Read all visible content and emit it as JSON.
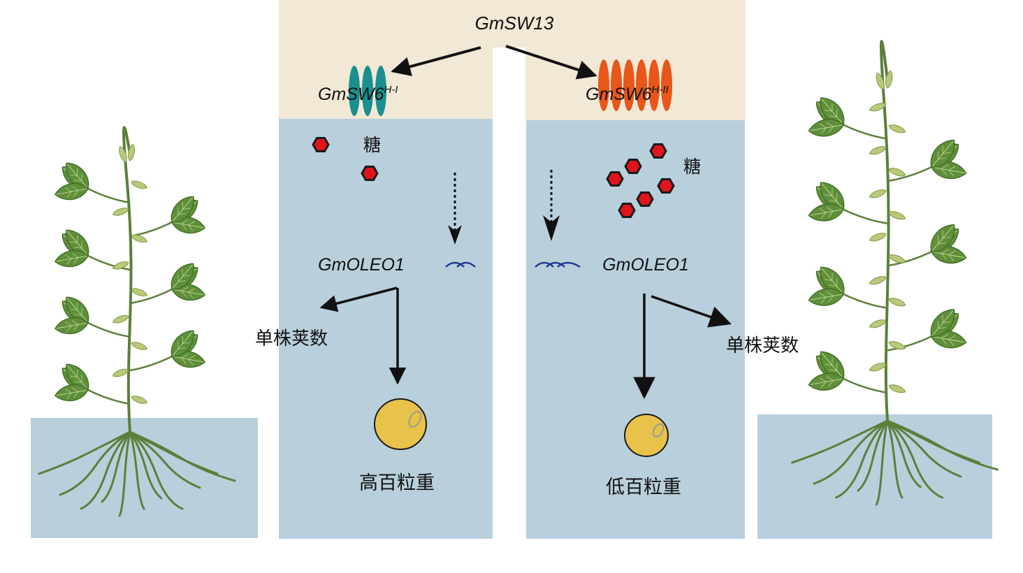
{
  "top_gene": "GmSW13",
  "left": {
    "gene_base": "GmSW6",
    "gene_sup": "H-I",
    "sugar_label": "糖",
    "target_gene": "GmOLEO1",
    "pods_label": "单株荚数",
    "seed_label": "高百粒重"
  },
  "right": {
    "gene_base": "GmSW6",
    "gene_sup": "H-II",
    "sugar_label": "糖",
    "target_gene": "GmOLEO1",
    "pods_label": "单株荚数",
    "seed_label": "低百粒重"
  },
  "colors": {
    "beige": "#f1e8d6",
    "panel_blue": "#b9cfdc",
    "teal": "#1a8f8f",
    "orange": "#e8561a",
    "sugar_red": "#e0141b",
    "seed_yellow": "#e9c24a",
    "oleosin_blue": "#1f3a93",
    "leaf_green": "#5f8f3a",
    "stem_green": "#5c7f3a"
  }
}
